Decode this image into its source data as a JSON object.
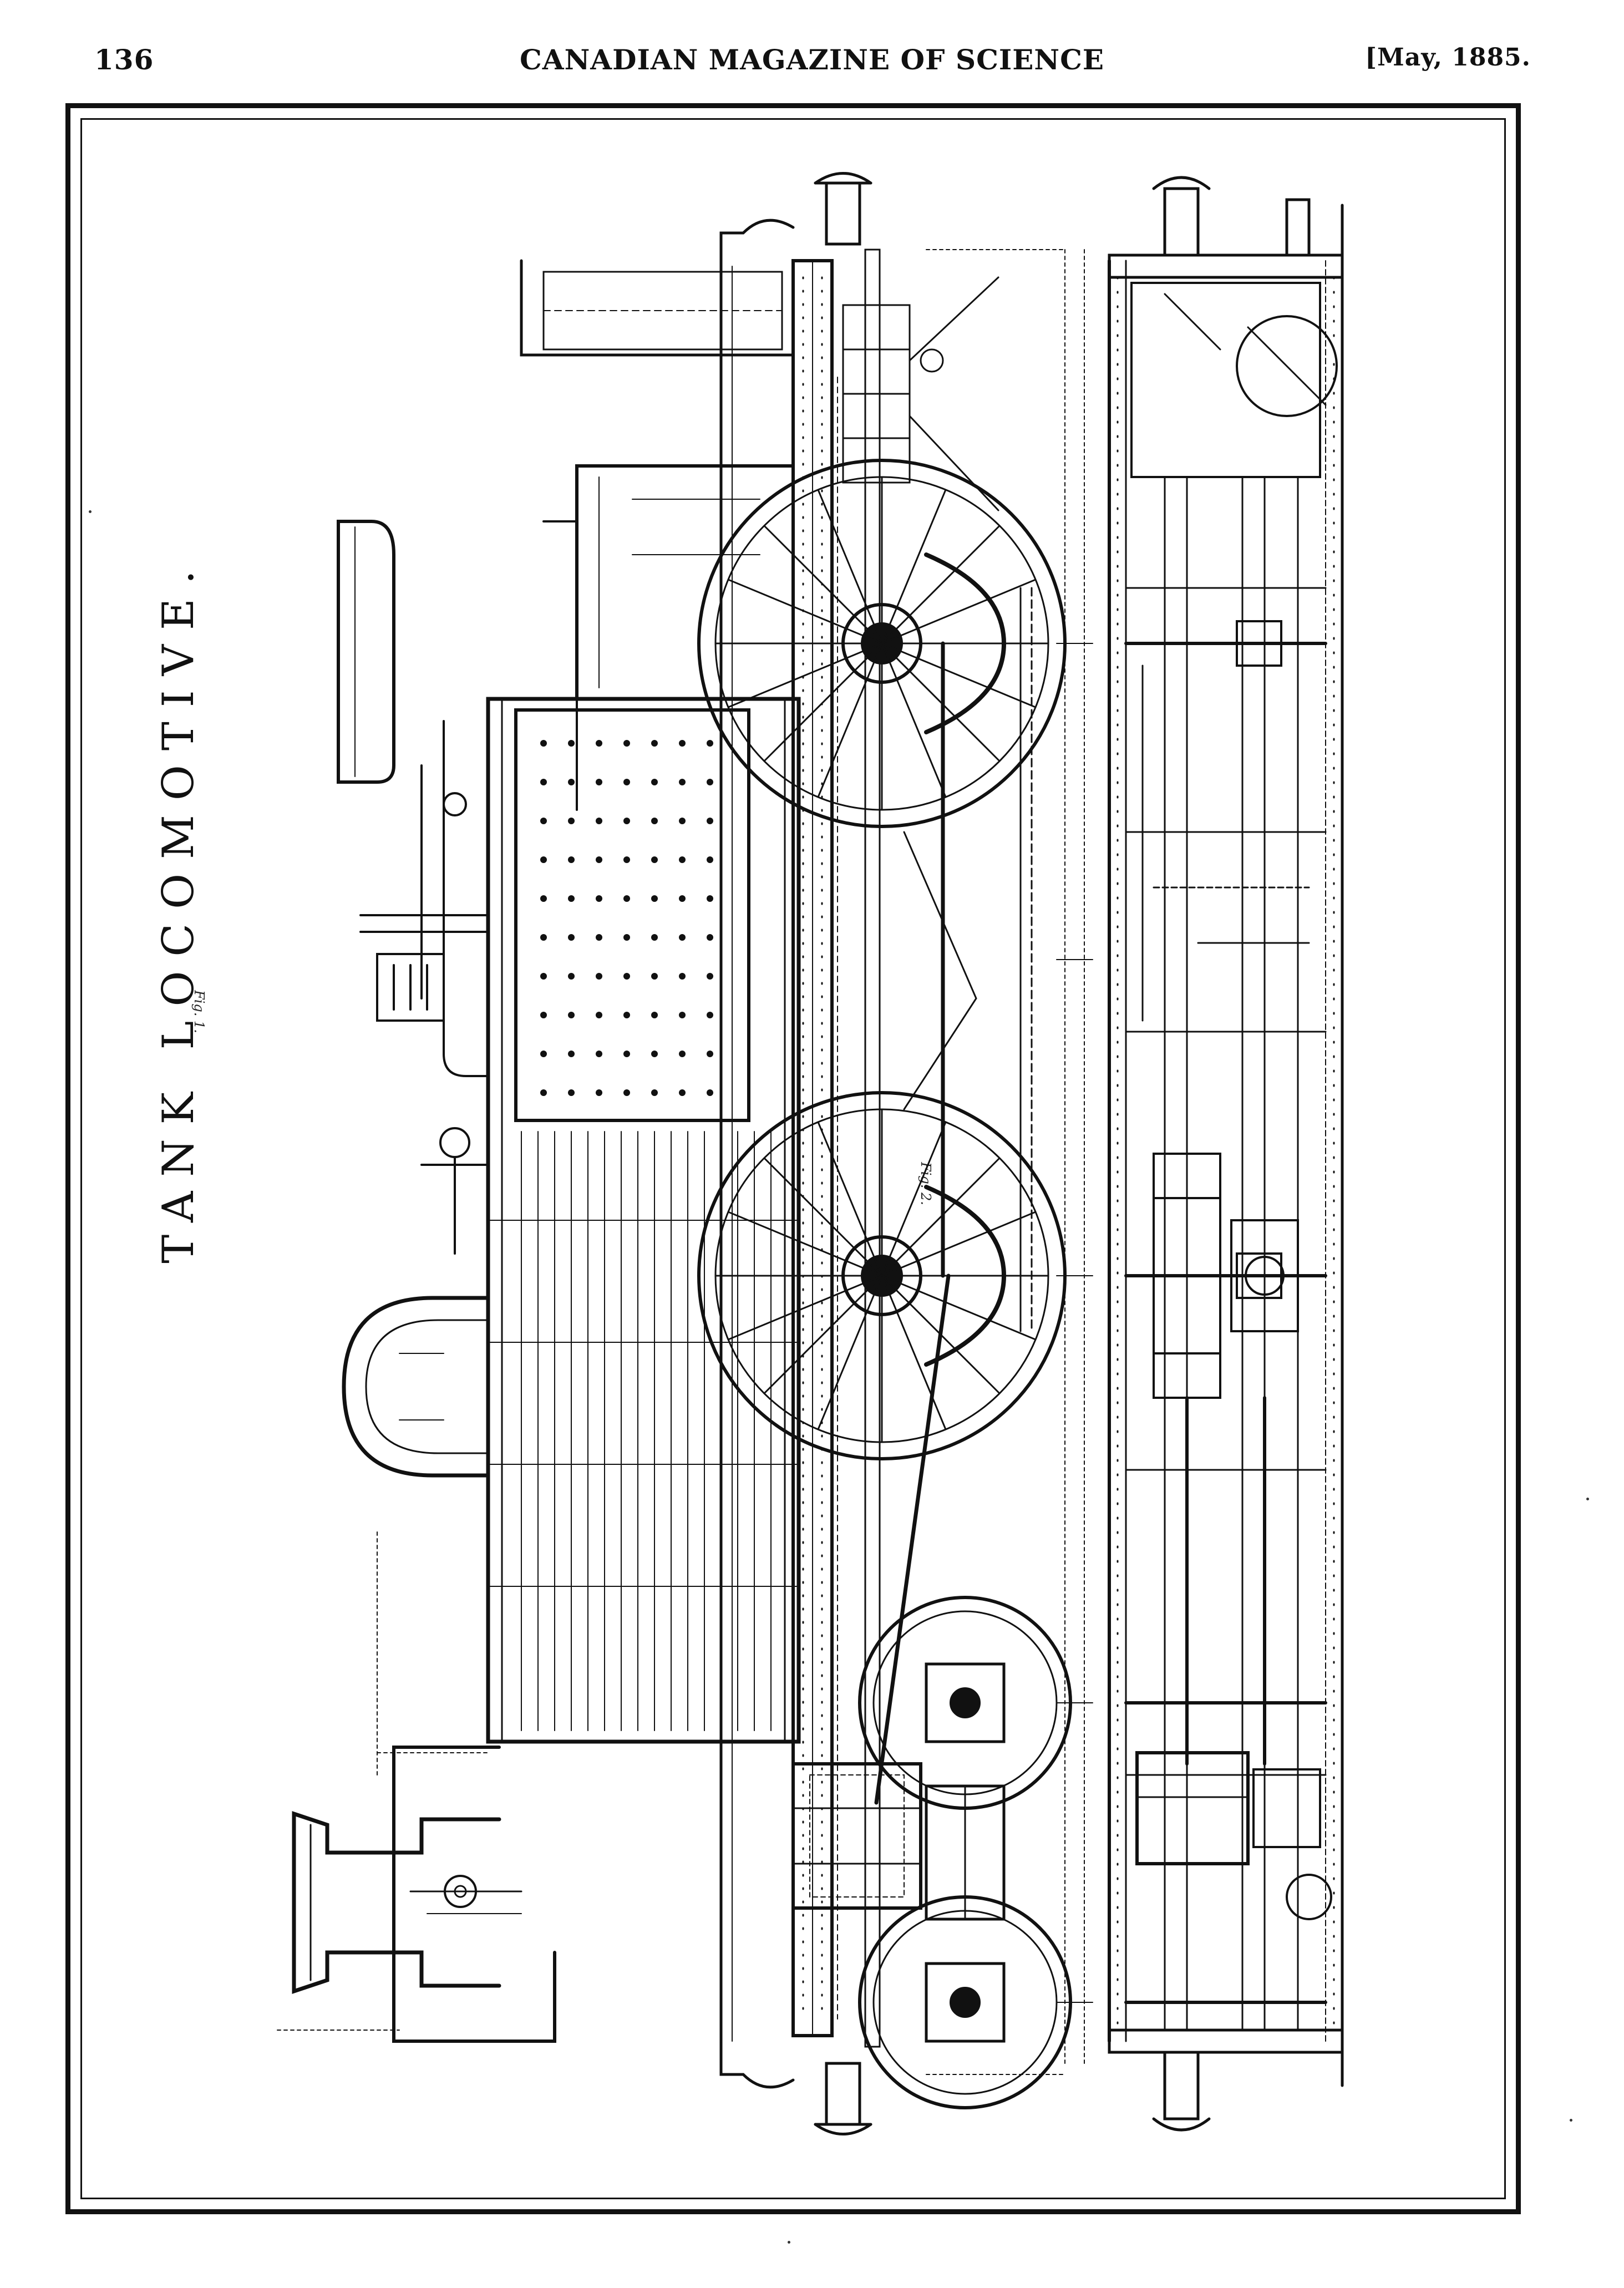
{
  "header": {
    "page_number": "136",
    "running_title": "CANADIAN MAGAZINE OF SCIENCE",
    "issue_date": "[May, 1885."
  },
  "plate": {
    "title": "TANK LOCOMOTIVE.",
    "figure_1_label": "Fig. 1.",
    "figure_2_label": "Fig. 2."
  }
}
